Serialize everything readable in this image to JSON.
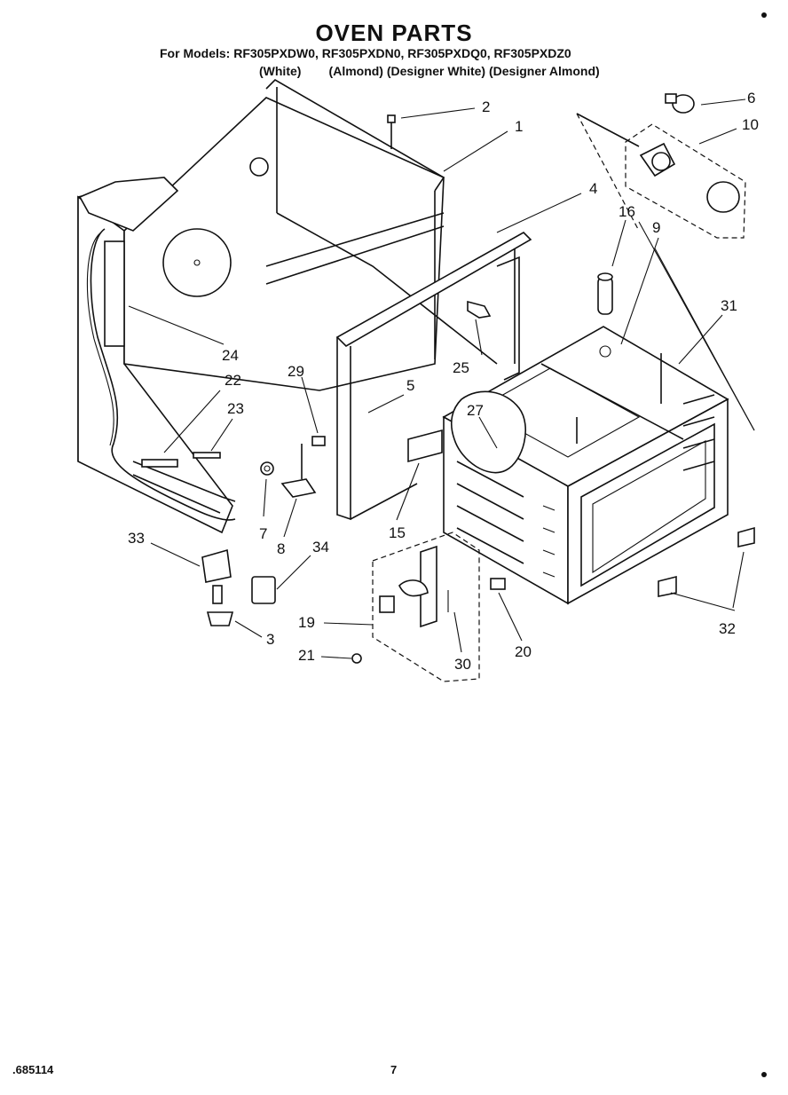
{
  "header": {
    "title": "OVEN PARTS",
    "models": "For Models: RF305PXDW0, RF305PXDN0, RF305PXDQ0, RF305PXDZ0",
    "colors": "(White)        (Almond) (Designer White) (Designer Almond)"
  },
  "footer": {
    "doc_number": ".685114",
    "page_number": "7"
  },
  "callouts": [
    "1",
    "2",
    "3",
    "4",
    "5",
    "6",
    "7",
    "8",
    "9",
    "10",
    "15",
    "16",
    "19",
    "20",
    "21",
    "22",
    "23",
    "24",
    "25",
    "27",
    "29",
    "30",
    "31",
    "32",
    "33",
    "34"
  ]
}
